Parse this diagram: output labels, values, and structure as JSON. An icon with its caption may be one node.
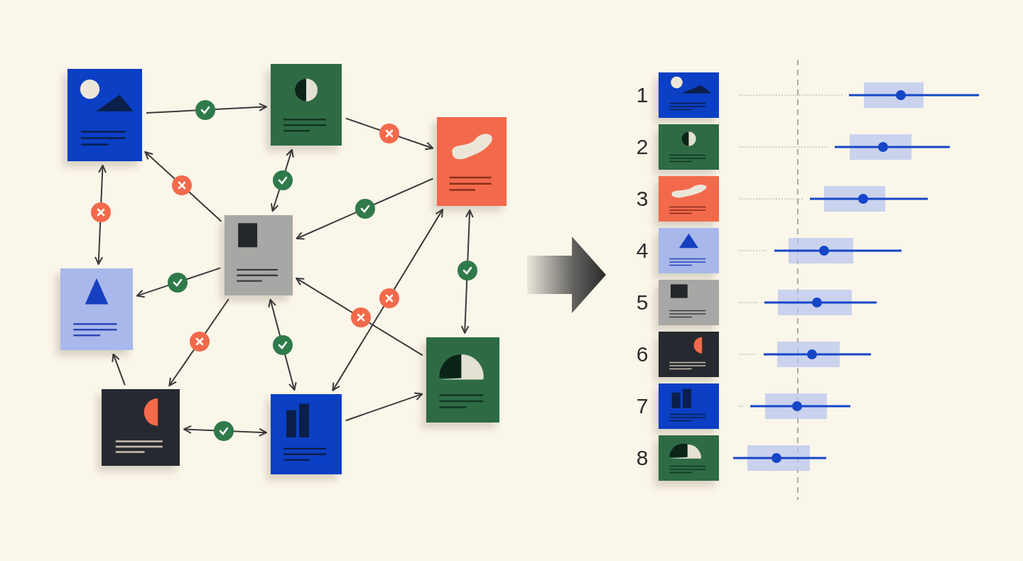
{
  "diagram": {
    "nodes": [
      {
        "text": [],
        "shape": "picture"
      },
      {
        "text": [],
        "shape": "picture"
      },
      {
        "text": [],
        "shape": "picture"
      },
      {
        "text": [],
        "shape": "picture"
      },
      {
        "text": [],
        "shape": "picture"
      },
      {
        "text": [],
        "shape": "picture"
      },
      {
        "text": [],
        "shape": "picture"
      },
      {
        "text": [],
        "shape": "picture"
      },
      {
        "text": [],
        "shape": "picture",
        "beside": [
          "1"
        ]
      },
      {
        "text": [],
        "shape": "picture",
        "beside": [
          "2"
        ]
      },
      {
        "text": [],
        "shape": "picture",
        "beside": [
          "3"
        ]
      },
      {
        "text": [],
        "shape": "picture",
        "beside": [
          "4"
        ]
      },
      {
        "text": [],
        "shape": "picture",
        "beside": [
          "5"
        ]
      },
      {
        "text": [],
        "shape": "picture",
        "beside": [
          "6"
        ]
      },
      {
        "text": [],
        "shape": "picture",
        "beside": [
          "7"
        ]
      },
      {
        "text": [],
        "shape": "picture",
        "beside": [
          "8"
        ]
      }
    ],
    "edges": [
      {
        "from": 0,
        "to": 1,
        "arrow": "to"
      },
      {
        "from": 1,
        "to": 2,
        "arrow": "to"
      },
      {
        "from": 3,
        "to": 0,
        "arrow": "to"
      },
      {
        "from": 0,
        "to": 4,
        "arrow": "both"
      },
      {
        "from": 3,
        "to": 1,
        "arrow": "both"
      },
      {
        "from": 2,
        "to": 3,
        "arrow": "to"
      },
      {
        "from": 3,
        "to": 4,
        "arrow": "to"
      },
      {
        "from": 7,
        "to": 3,
        "arrow": "to"
      },
      {
        "from": 6,
        "to": 2,
        "arrow": "both"
      },
      {
        "from": 2,
        "to": 7,
        "arrow": "both"
      },
      {
        "from": 3,
        "to": 5,
        "arrow": "to"
      },
      {
        "from": 5,
        "to": 4,
        "arrow": "to"
      },
      {
        "from": 3,
        "to": 6,
        "arrow": "both"
      },
      {
        "from": 5,
        "to": 6,
        "arrow": "both"
      },
      {
        "from": 6,
        "to": 7,
        "arrow": "to"
      }
    ]
  }
}
